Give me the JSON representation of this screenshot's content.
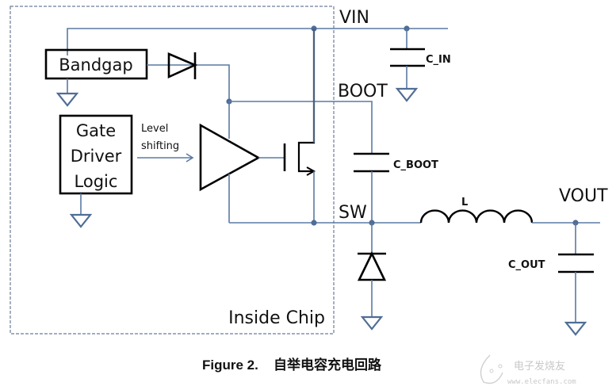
{
  "diagram": {
    "title": "Bootstrap capacitor charging loop",
    "chip_label": "Inside Chip",
    "blocks": {
      "bandgap": "Bandgap",
      "gate_driver": [
        "Gate",
        "Driver",
        "Logic"
      ]
    },
    "annotations": {
      "level_shifting": [
        "Level",
        "shifting"
      ]
    },
    "nodes": {
      "vin": "VIN",
      "boot": "BOOT",
      "sw": "SW",
      "vout": "VOUT"
    },
    "components": {
      "c_in": "C_IN",
      "c_boot": "C_BOOT",
      "inductor": "L",
      "c_out": "C_OUT"
    },
    "colors": {
      "wire": "#5b7aa3",
      "component": "#000000",
      "chip_border": "#6a7d96"
    }
  },
  "caption": {
    "figure_number": "Figure 2.",
    "text": "自举电容充电回路"
  },
  "watermark": {
    "name": "电子发烧友",
    "url": "www.elecfans.com"
  }
}
